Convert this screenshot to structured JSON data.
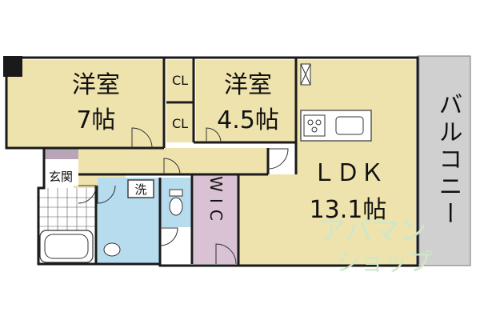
{
  "colors": {
    "wall": "#1a1a1a",
    "room": "#efe3ad",
    "bath": "#b6dcee",
    "wic": "#d9c2d4",
    "entry": "#b8a6b8",
    "balcony": "#d0d0d0",
    "watermark": "#cfe6c7"
  },
  "rooms": {
    "western_large": {
      "name": "洋室",
      "size": "7帖"
    },
    "western_small": {
      "name": "洋室",
      "size": "4.5帖"
    },
    "ldk": {
      "name": "ＬＤＫ",
      "size": "13.1帖"
    },
    "balcony": "バルコニー",
    "entrance": "玄関",
    "walk_in_closet": "WIC",
    "closet_1": "CL",
    "closet_2": "CL",
    "laundry": "洗"
  },
  "watermark": {
    "line1": "アパマン",
    "line2": "ショップ"
  },
  "icons": [
    "door-swing-icon",
    "toilet-icon",
    "bathtub-icon",
    "washbasin-icon",
    "kitchen-stove-icon",
    "sink-icon",
    "window-icon"
  ]
}
